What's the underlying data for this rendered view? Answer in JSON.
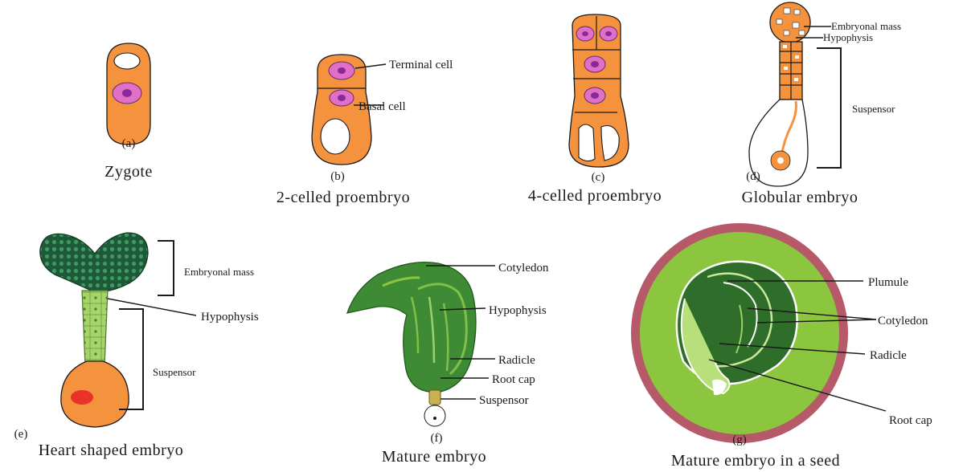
{
  "stages": {
    "a": {
      "letter": "(a)",
      "caption": "Zygote"
    },
    "b": {
      "letter": "(b)",
      "caption": "2-celled proembryo",
      "labels": {
        "terminal": "Terminal cell",
        "basal": "Basal cell"
      }
    },
    "c": {
      "letter": "(c)",
      "caption": "4-celled proembryo"
    },
    "d": {
      "letter": "(d)",
      "caption": "Globular embryo",
      "labels": {
        "mass": "Embryonal mass",
        "hypophysis": "Hypophysis",
        "suspensor": "Suspensor"
      }
    },
    "e": {
      "letter": "(e)",
      "caption": "Heart shaped  embryo",
      "labels": {
        "mass": "Embryonal mass",
        "hypophysis": "Hypophysis",
        "suspensor": "Suspensor"
      }
    },
    "f": {
      "letter": "(f)",
      "caption": "Mature  embryo",
      "labels": {
        "cotyledon": "Cotyledon",
        "hypophysis": "Hypophysis",
        "radicle": "Radicle",
        "rootcap": "Root cap",
        "suspensor": "Suspensor"
      }
    },
    "g": {
      "letter": "(g)",
      "caption": "Mature  embryo in a seed",
      "labels": {
        "plumule": "Plumule",
        "cotyledon": "Cotyledon",
        "radicle": "Radicle",
        "rootcap": "Root cap"
      }
    }
  },
  "colors": {
    "cell_orange": "#f5923e",
    "nucleus_pink": "#e06fc8",
    "embryo_dark_green": "#2f7a2a",
    "embryo_light_green": "#8cc63f",
    "seed_coat": "#b65a6a",
    "suspensor_green": "#a6d46a",
    "heart_dark": "#1e5a3a"
  }
}
